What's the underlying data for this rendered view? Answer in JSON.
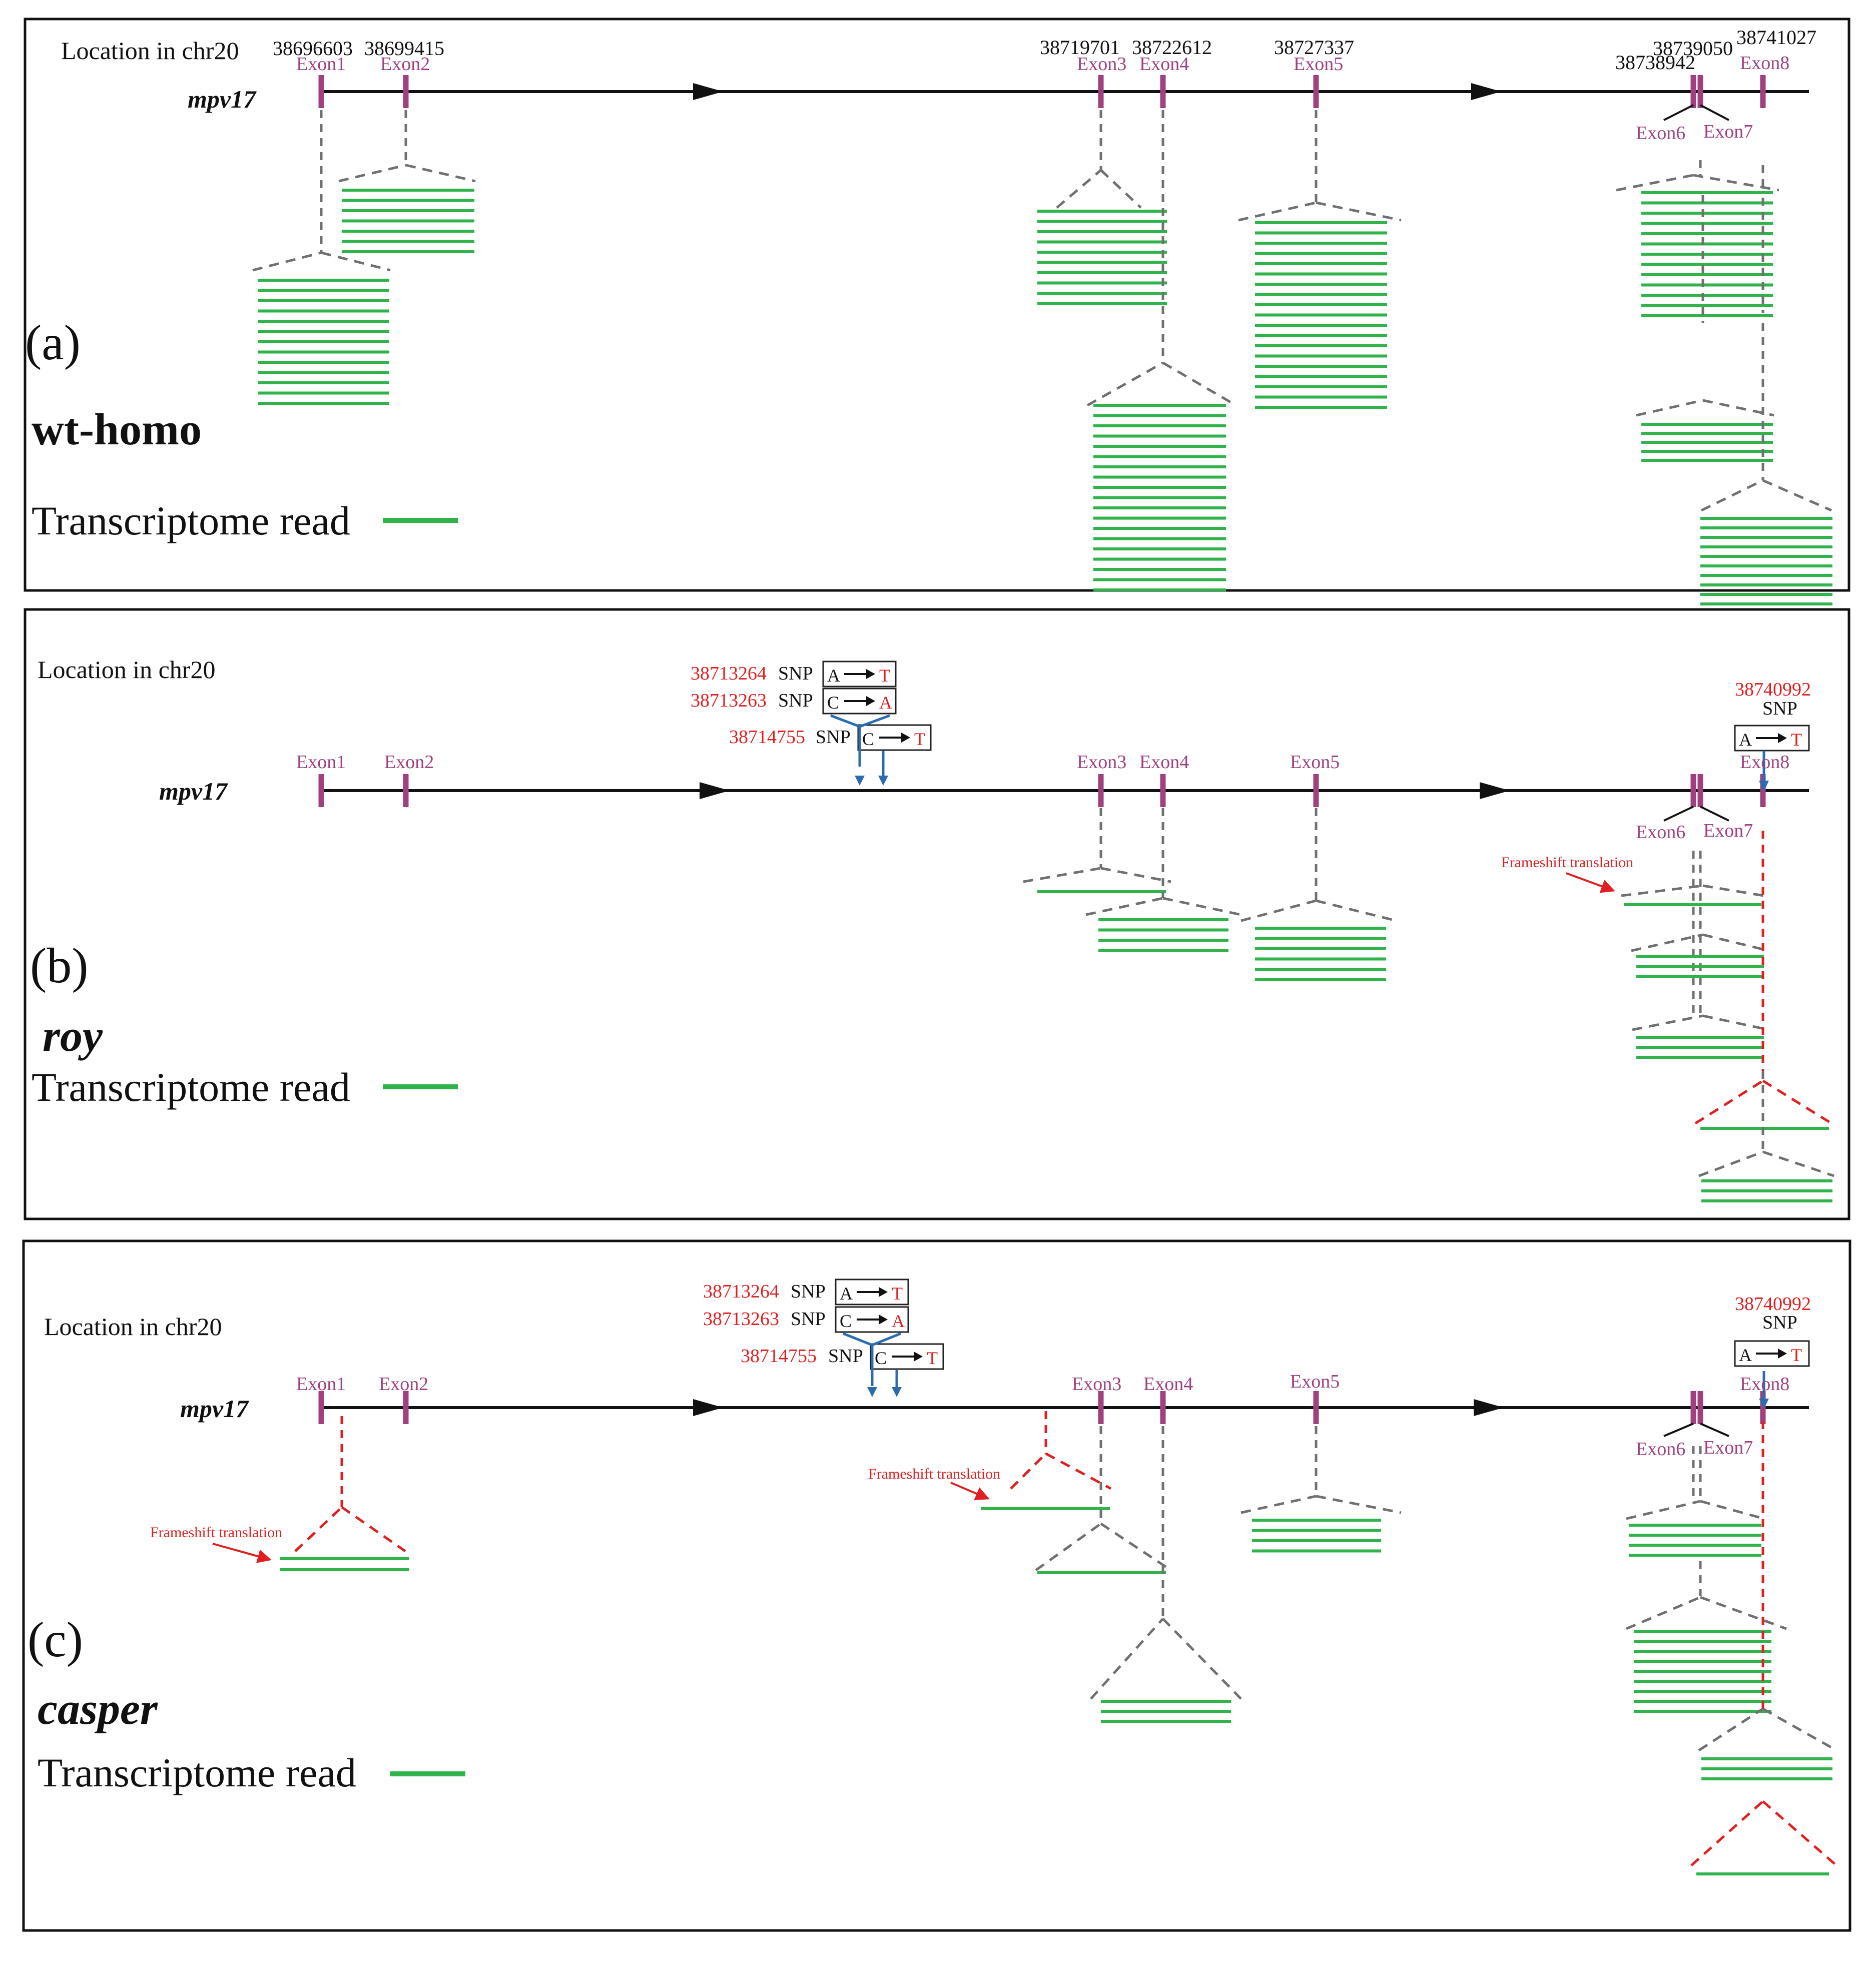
{
  "colors": {
    "read": "#2fb34a",
    "exon": "#a0407f",
    "axis": "#111111",
    "dash": "#707070",
    "red": "#e02020",
    "snp_arrow": "#2b6cb0",
    "box": "#222222"
  },
  "panels": [
    {
      "id": "a",
      "letter": "(a)",
      "strain": "wt-homo",
      "strain_italic": false,
      "location_label": "Location in chr20",
      "gene": "mpv17",
      "legend_label": "Transcriptome read",
      "positions": [
        "38696603",
        "38699415",
        "38719701",
        "38722612",
        "38727337",
        "38738942",
        "38739050",
        "38741027"
      ],
      "exons": [
        "Exon1",
        "Exon2",
        "Exon3",
        "Exon4",
        "Exon5",
        "Exon6",
        "Exon7",
        "Exon8"
      ],
      "snps": [],
      "frameshift": []
    },
    {
      "id": "b",
      "letter": "(b)",
      "strain": "roy",
      "strain_italic": true,
      "location_label": "Location in chr20",
      "gene": "mpv17",
      "legend_label": "Transcriptome read",
      "exons": [
        "Exon1",
        "Exon2",
        "Exon3",
        "Exon4",
        "Exon5",
        "Exon6",
        "Exon7",
        "Exon8"
      ],
      "snps": [
        {
          "pos": "38713264",
          "word": "SNP",
          "from": "A",
          "to": "T"
        },
        {
          "pos": "38713263",
          "word": "SNP",
          "from": "C",
          "to": "A"
        },
        {
          "pos": "38714755",
          "word": "SNP",
          "from": "C",
          "to": "T"
        },
        {
          "pos": "38740992",
          "word": "SNP",
          "from": "A",
          "to": "T"
        }
      ],
      "frameshift": [
        "Frameshift translation"
      ]
    },
    {
      "id": "c",
      "letter": "(c)",
      "strain": "casper",
      "strain_italic": true,
      "location_label": "Location in chr20",
      "gene": "mpv17",
      "legend_label": "Transcriptome read",
      "exons": [
        "Exon1",
        "Exon2",
        "Exon3",
        "Exon4",
        "Exon5",
        "Exon6",
        "Exon7",
        "Exon8"
      ],
      "snps": [
        {
          "pos": "38713264",
          "word": "SNP",
          "from": "A",
          "to": "T"
        },
        {
          "pos": "38713263",
          "word": "SNP",
          "from": "C",
          "to": "A"
        },
        {
          "pos": "38714755",
          "word": "SNP",
          "from": "C",
          "to": "T"
        },
        {
          "pos": "38740992",
          "word": "SNP",
          "from": "A",
          "to": "T"
        }
      ],
      "frameshift": [
        "Frameshift translation",
        "Frameshift translation"
      ]
    }
  ]
}
